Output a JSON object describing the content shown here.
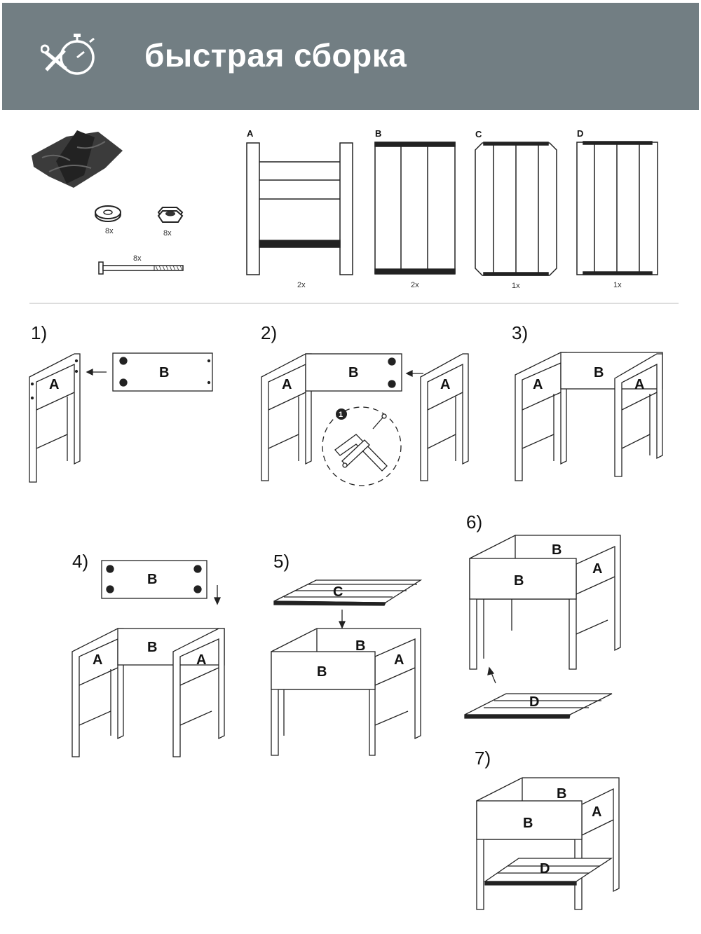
{
  "header": {
    "title": "быстрая сборка",
    "icon": "quick-assembly-stopwatch-icon",
    "background_color": "#727e83"
  },
  "parts": [
    {
      "letter": "A",
      "qty": "2x"
    },
    {
      "letter": "B",
      "qty": "2x"
    },
    {
      "letter": "C",
      "qty": "1x"
    },
    {
      "letter": "D",
      "qty": "1x"
    }
  ],
  "hardware": {
    "washer_qty": "8x",
    "nut_qty": "8x",
    "bolt_qty": "8x"
  },
  "steps": [
    {
      "number": "1)",
      "labels": [
        "A",
        "B"
      ]
    },
    {
      "number": "2)",
      "labels": [
        "A",
        "B",
        "A"
      ],
      "detail_marker": "1"
    },
    {
      "number": "3)",
      "labels": [
        "A",
        "B",
        "A"
      ]
    },
    {
      "number": "4)",
      "labels": [
        "B",
        "A",
        "B",
        "A"
      ]
    },
    {
      "number": "5)",
      "labels": [
        "C",
        "B",
        "A",
        "B"
      ]
    },
    {
      "number": "6)",
      "labels": [
        "B",
        "B",
        "A",
        "D"
      ]
    },
    {
      "number": "7)",
      "labels": [
        "B",
        "A",
        "B",
        "D"
      ]
    }
  ]
}
